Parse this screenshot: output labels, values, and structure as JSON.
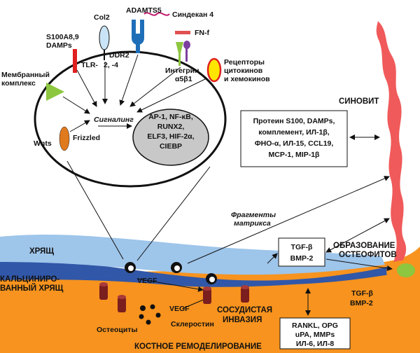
{
  "colors": {
    "bone": "#f7931e",
    "cartilage": "#9ec5ea",
    "calcified": "#3157a8",
    "synovium": "#f05a5a",
    "osteophyte": "#8dc63f",
    "chondrocyte_fill": "#ffffff",
    "nucleus_fill": "#c8c8c8",
    "cell_dark": "#111111",
    "vessel": "#7b1e1e"
  },
  "labels": {
    "col2": "Col2",
    "adamts5": "ADAMTS5",
    "syndecan": "Синдекан 4",
    "s100a89": "S100A8,9",
    "damps": "DAMPs",
    "fnf": "FN-f",
    "ddr2_line1": "DDR2",
    "ddr2_line2": "2, -4",
    "tlr": "TLR-",
    "integrin_line1": "Интегрин",
    "integrin_line2": "α5β1",
    "receptors_line1": "Рецепторы",
    "receptors_line2": "цитокинов",
    "receptors_line3": "и хемокинов",
    "membrane_line1": "Мембранный",
    "membrane_line2": "комплекс",
    "signaling": "Сигналинг",
    "wnts": "Wnts",
    "frizzled": "Frizzled",
    "nucleus_line1": "AP-1, NF-κB,",
    "nucleus_line2": "RUNX2,",
    "nucleus_line3": "ELF3, HIF-2α,",
    "nucleus_line4": "CIEBP",
    "synovitis": "СИНОВИТ",
    "protein_line1": "Протеин S100, DAMPs,",
    "protein_line2": "комплемент, ИЛ-1β,",
    "protein_line3": "ФНО-α, ИЛ-15, CCL19,",
    "protein_line4": "MCP-1, MIP-1β",
    "fragments_line1": "Фрагменты",
    "fragments_line2": "матрикса",
    "cartilage": "ХРЯЩ",
    "calcified_line1": "КАЛЬЦИНИРО-",
    "calcified_line2": "ВАННЫЙ ХРЯЩ",
    "vegf_top": "VEGF",
    "tgf_line1": "TGF-β",
    "tgf_line2": "BMP-2",
    "osteophyte_line1": "ОБРАЗОВАНИЕ",
    "osteophyte_line2": "ОСТЕОФИТОВ",
    "tgf2_line1": "TGF-β",
    "tgf2_line2": "BMP-2",
    "osteocytes": "Остеоциты",
    "vegf_bottom": "VEGF",
    "sclerostin": "Склеростин",
    "vascular_line1": "СОСУДИСТАЯ",
    "vascular_line2": "ИНВАЗИЯ",
    "rankl_line1": "RANKL, OPG",
    "rankl_line2": "uPA, MMPs",
    "rankl_line3": "ИЛ-6, ИЛ-8",
    "remodeling": "КОСТНОЕ РЕМОДЕЛИРОВАНИЕ"
  }
}
